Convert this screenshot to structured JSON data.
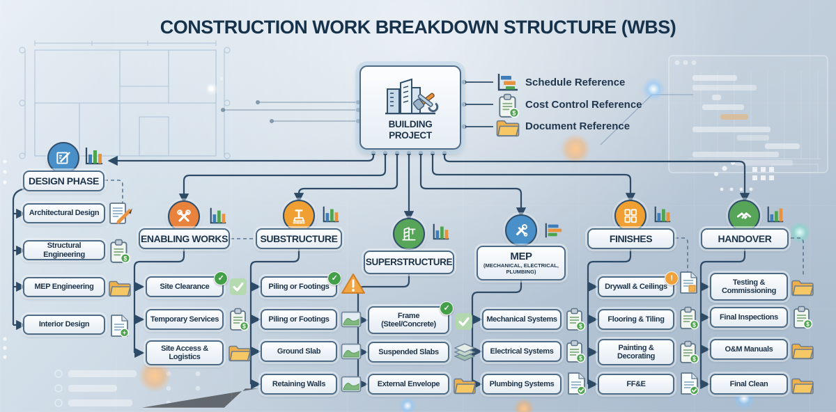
{
  "title": "CONSTRUCTION WORK BREAKDOWN STRUCTURE (WBS)",
  "root": {
    "line1": "BUILDING",
    "line2": "PROJECT",
    "icon": "buildings-with-tools"
  },
  "legend": {
    "items": [
      {
        "label": "Schedule Reference",
        "icon": "gantt-chart-icon"
      },
      {
        "label": "Cost Control Reference",
        "icon": "cost-clipboard-icon"
      },
      {
        "label": "Document Reference",
        "icon": "folder-icon"
      }
    ]
  },
  "colors": {
    "connector": "#2d4a66",
    "box_border": "#4d6b86",
    "orange_circle": "#e8823c",
    "amber_circle": "#f0a033",
    "blue_circle": "#4a90c8",
    "green_circle": "#56a558",
    "bar_blue": "#3f7db8",
    "bar_green": "#4ea44e",
    "bar_orange": "#e8933c",
    "folder": "#f2b64f",
    "badge_green": "#44a048",
    "badge_orange": "#f0a13c"
  },
  "design": {
    "title": "DESIGN PHASE",
    "icon": "blueprint-pencil",
    "chart_icon": "bar-chart",
    "circle_color": "#4a90c8",
    "items": [
      {
        "label": "Architectural Design",
        "icon": "document-pencil"
      },
      {
        "label": "Structural Engineering",
        "icon": "clipboard-dollar"
      },
      {
        "label": "MEP Engineering",
        "icon": "folder"
      },
      {
        "label": "Interior Design",
        "icon": "document-badge-plus"
      }
    ]
  },
  "branches": [
    {
      "title": "ENABLING WORKS",
      "icon": "crossed-tools",
      "chart_icon": "bar-chart",
      "circle_color": "#e8823c",
      "items": [
        {
          "label": "Site Clearance",
          "icon": "check-square",
          "badge": "check"
        },
        {
          "label": "Temporary Services",
          "icon": "clipboard-dollar",
          "badge": ""
        },
        {
          "label": "Site Access & Logistics",
          "icon": "folder",
          "badge": ""
        }
      ]
    },
    {
      "title": "SUBSTRUCTURE",
      "icon": "pile-driver",
      "chart_icon": "bar-chart",
      "circle_color": "#f0a033",
      "items": [
        {
          "label": "Piling or Footings",
          "icon": "warning-triangle",
          "badge": "check"
        },
        {
          "label": "Piling or Footings",
          "icon": "site-photo",
          "badge": ""
        },
        {
          "label": "Ground Slab",
          "icon": "site-photo",
          "badge": ""
        },
        {
          "label": "Retaining Walls",
          "icon": "site-photo",
          "badge": ""
        }
      ]
    },
    {
      "title": "SUPERSTRUCTURE",
      "icon": "structural-frame",
      "chart_icon": "bar-chart",
      "circle_color": "#56a558",
      "items": [
        {
          "label": "Frame (Steel/Concrete)",
          "icon": "check-square",
          "badge": "check"
        },
        {
          "label": "Suspended Slabs",
          "icon": "slab-layers",
          "badge": ""
        },
        {
          "label": "External Envelope",
          "icon": "folder",
          "badge": ""
        }
      ]
    },
    {
      "title": "MEP",
      "subtitle": "(MECHANICAL, ELECTRICAL, PLUMBING)",
      "icon": "wrench-screwdriver",
      "chart_icon": "gantt-chart",
      "circle_color": "#4a90c8",
      "items": [
        {
          "label": "Mechanical Systems",
          "icon": "clipboard-dollar",
          "badge": ""
        },
        {
          "label": "Electrical Systems",
          "icon": "clipboard-dollar",
          "badge": ""
        },
        {
          "label": "Plumbing Systems",
          "icon": "document-badge-check",
          "badge": ""
        }
      ]
    },
    {
      "title": "FINISHES",
      "icon": "tile-pattern",
      "chart_icon": "bar-chart",
      "circle_color": "#f0a033",
      "items": [
        {
          "label": "Drywall & Ceilings",
          "icon": "document-note",
          "badge": "warning"
        },
        {
          "label": "Flooring & Tiling",
          "icon": "clipboard-dollar",
          "badge": ""
        },
        {
          "label": "Painting & Decorating",
          "icon": "clipboard-dollar",
          "badge": ""
        },
        {
          "label": "FF&E",
          "icon": "document-badge-check",
          "badge": ""
        }
      ]
    },
    {
      "title": "HANDOVER",
      "icon": "handshake",
      "chart_icon": "bar-chart",
      "circle_color": "#56a558",
      "items": [
        {
          "label": "Testing & Commissioning",
          "icon": "folder",
          "badge": ""
        },
        {
          "label": "Final Inspections",
          "icon": "clipboard-dollar",
          "badge": ""
        },
        {
          "label": "O&M Manuals",
          "icon": "folder",
          "badge": ""
        },
        {
          "label": "Final Clean",
          "icon": "folder",
          "badge": ""
        }
      ]
    }
  ]
}
